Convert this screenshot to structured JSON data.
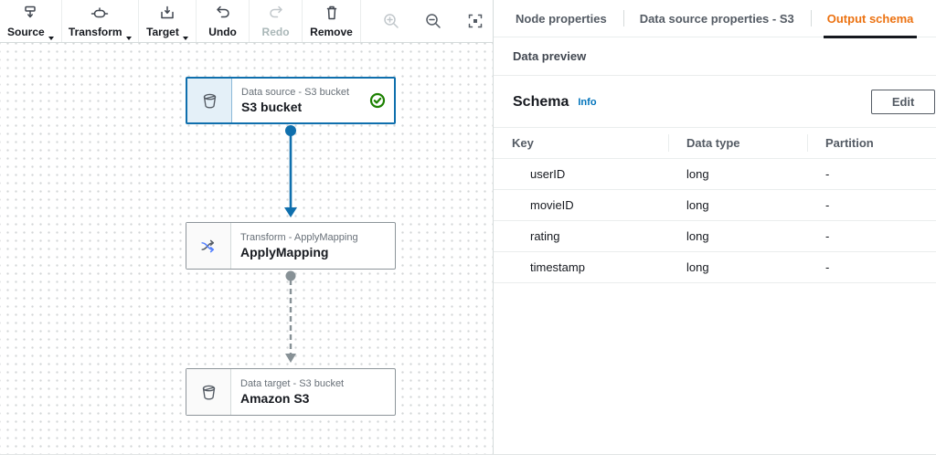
{
  "toolbar": {
    "items": [
      {
        "label": "Source",
        "has_dropdown": true,
        "disabled": false
      },
      {
        "label": "Transform",
        "has_dropdown": true,
        "disabled": false
      },
      {
        "label": "Target",
        "has_dropdown": true,
        "disabled": false
      },
      {
        "label": "Undo",
        "has_dropdown": false,
        "disabled": false
      },
      {
        "label": "Redo",
        "has_dropdown": false,
        "disabled": true
      },
      {
        "label": "Remove",
        "has_dropdown": false,
        "disabled": false
      }
    ],
    "zoom_controls": [
      "zoom-in",
      "zoom-out",
      "fit-to-screen"
    ]
  },
  "canvas": {
    "nodes": [
      {
        "subtitle": "Data source - S3 bucket",
        "title": "S3 bucket",
        "icon": "s3-bucket",
        "selected": true,
        "status": "success"
      },
      {
        "subtitle": "Transform - ApplyMapping",
        "title": "ApplyMapping",
        "icon": "shuffle",
        "selected": false,
        "status": null
      },
      {
        "subtitle": "Data target - S3 bucket",
        "title": "Amazon S3",
        "icon": "s3-bucket",
        "selected": false,
        "status": null
      }
    ],
    "edges": [
      {
        "from": "S3 bucket",
        "to": "ApplyMapping",
        "style": "solid",
        "color": "#0f6fad"
      },
      {
        "from": "ApplyMapping",
        "to": "Amazon S3",
        "style": "dashed",
        "color": "#879196"
      }
    ]
  },
  "panel": {
    "tabs": [
      {
        "label": "Node properties",
        "active": false
      },
      {
        "label": "Data source properties - S3",
        "active": false
      },
      {
        "label": "Output schema",
        "active": true
      }
    ],
    "data_preview_label": "Data preview",
    "schema": {
      "heading": "Schema",
      "info_label": "Info",
      "edit_label": "Edit"
    },
    "table": {
      "columns": [
        "Key",
        "Data type",
        "Partition"
      ],
      "rows": [
        [
          "userID",
          "long",
          "-"
        ],
        [
          "movieID",
          "long",
          "-"
        ],
        [
          "rating",
          "long",
          "-"
        ],
        [
          "timestamp",
          "long",
          "-"
        ]
      ]
    }
  },
  "colors": {
    "accent_selected": "#0f6fad",
    "active_tab_text": "#ec7211",
    "active_tab_underline": "#16191f",
    "success_green": "#1d8102",
    "edge_dashed_gray": "#879196",
    "transform_icon_blue": "#527fff",
    "link_blue": "#0073bb"
  }
}
